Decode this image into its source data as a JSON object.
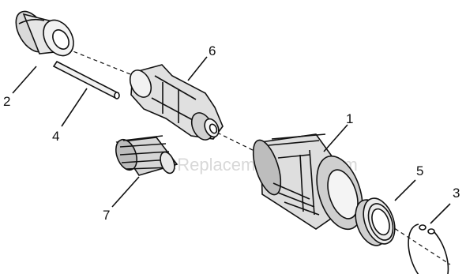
{
  "watermark": "eReplacementParts.com",
  "callouts": {
    "part_1": "1",
    "part_2": "2",
    "part_3": "3",
    "part_4": "4",
    "part_5": "5",
    "part_6": "6",
    "part_7": "7"
  }
}
